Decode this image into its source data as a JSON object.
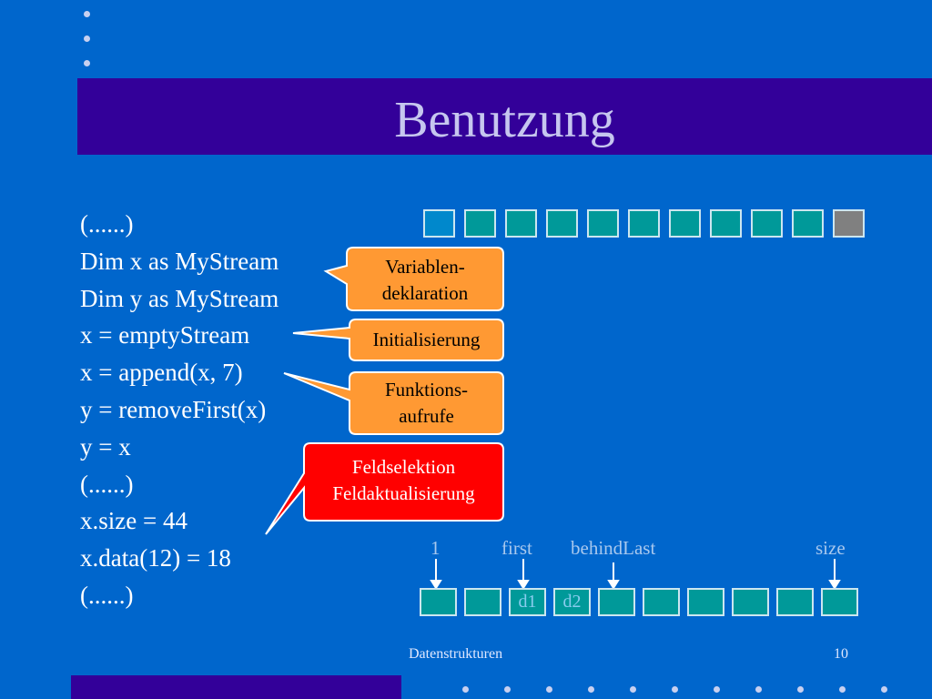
{
  "slide": {
    "title": "Benutzung",
    "code_lines": [
      "(......)",
      "Dim x as MyStream",
      "Dim y as MyStream",
      "x = emptyStream",
      "x = append(x, 7)",
      "y = removeFirst(x)",
      "y = x",
      "(......)",
      "x.size = 44",
      "x.data(12) = 18",
      "(......)"
    ],
    "callouts": {
      "variablen": [
        "Variablen-",
        "deklaration"
      ],
      "init": [
        "Initialisierung"
      ],
      "funktion": [
        "Funktions-",
        "aufrufe"
      ],
      "feld": [
        "Feldselektion",
        "Feldaktualisierung"
      ]
    },
    "diagram2": {
      "labels": {
        "one": "1",
        "first": "first",
        "behind": "behindLast",
        "size": "size"
      },
      "cells": [
        "",
        "",
        "d1",
        "d2",
        "",
        "",
        "",
        "",
        "",
        ""
      ]
    },
    "footer": {
      "center": "Datenstrukturen",
      "page": "10"
    }
  },
  "colors": {
    "background": "#0066cc",
    "title_bar": "#330099",
    "title_text": "#c6c6ef",
    "cell_fill": "#009999",
    "callout_orange": "#ff9933",
    "callout_red": "#ff0000"
  }
}
